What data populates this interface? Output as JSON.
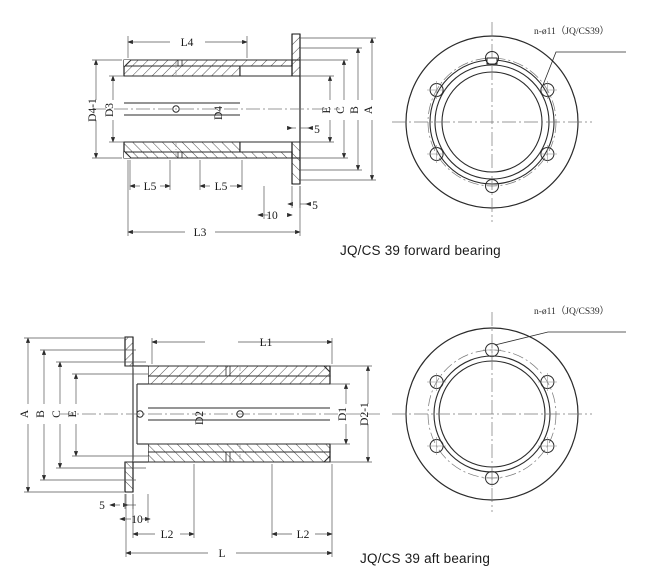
{
  "drawing": {
    "title_top": "JQ/CS 39 forward bearing",
    "title_bottom": "JQ/CS 39 aft bearing",
    "hole_note_top": "n-ø11（JQ/CS39）",
    "hole_note_bottom": "n-ø11（JQ/CS39）",
    "edge_artifact": "    ",
    "colors": {
      "line": "#2b2b2b",
      "thin": "#555555",
      "center": "#777777",
      "hatch": "#3a3a3a",
      "text": "#1a1a1a",
      "background": "#ffffff"
    }
  },
  "top_view": {
    "name": "forward-bearing-section",
    "dimensions": {
      "L4": "L4",
      "L3": "L3",
      "L5_left": "L5",
      "L5_right": "L5",
      "D4_1": "D4-1",
      "D3": "D3",
      "D4": "D4",
      "A": "A",
      "B": "B",
      "C": "C",
      "E": "E",
      "five_upper": "5",
      "five_lower": "5",
      "ten": "10"
    }
  },
  "top_flange": {
    "name": "forward-bearing-flange-face",
    "hole_count": 6,
    "hole_label": "n-ø11（JQ/CS39）"
  },
  "bottom_view": {
    "name": "aft-bearing-section",
    "dimensions": {
      "L1": "L1",
      "L": "L",
      "L2_left": "L2",
      "L2_right": "L2",
      "A": "A",
      "B": "B",
      "C": "C",
      "E": "E",
      "D2": "D2",
      "D1": "D1",
      "D2_1": "D2-1",
      "five": "5",
      "ten": "10"
    }
  },
  "bottom_flange": {
    "name": "aft-bearing-flange-face",
    "hole_count": 6,
    "hole_label": "n-ø11（JQ/CS39）"
  }
}
